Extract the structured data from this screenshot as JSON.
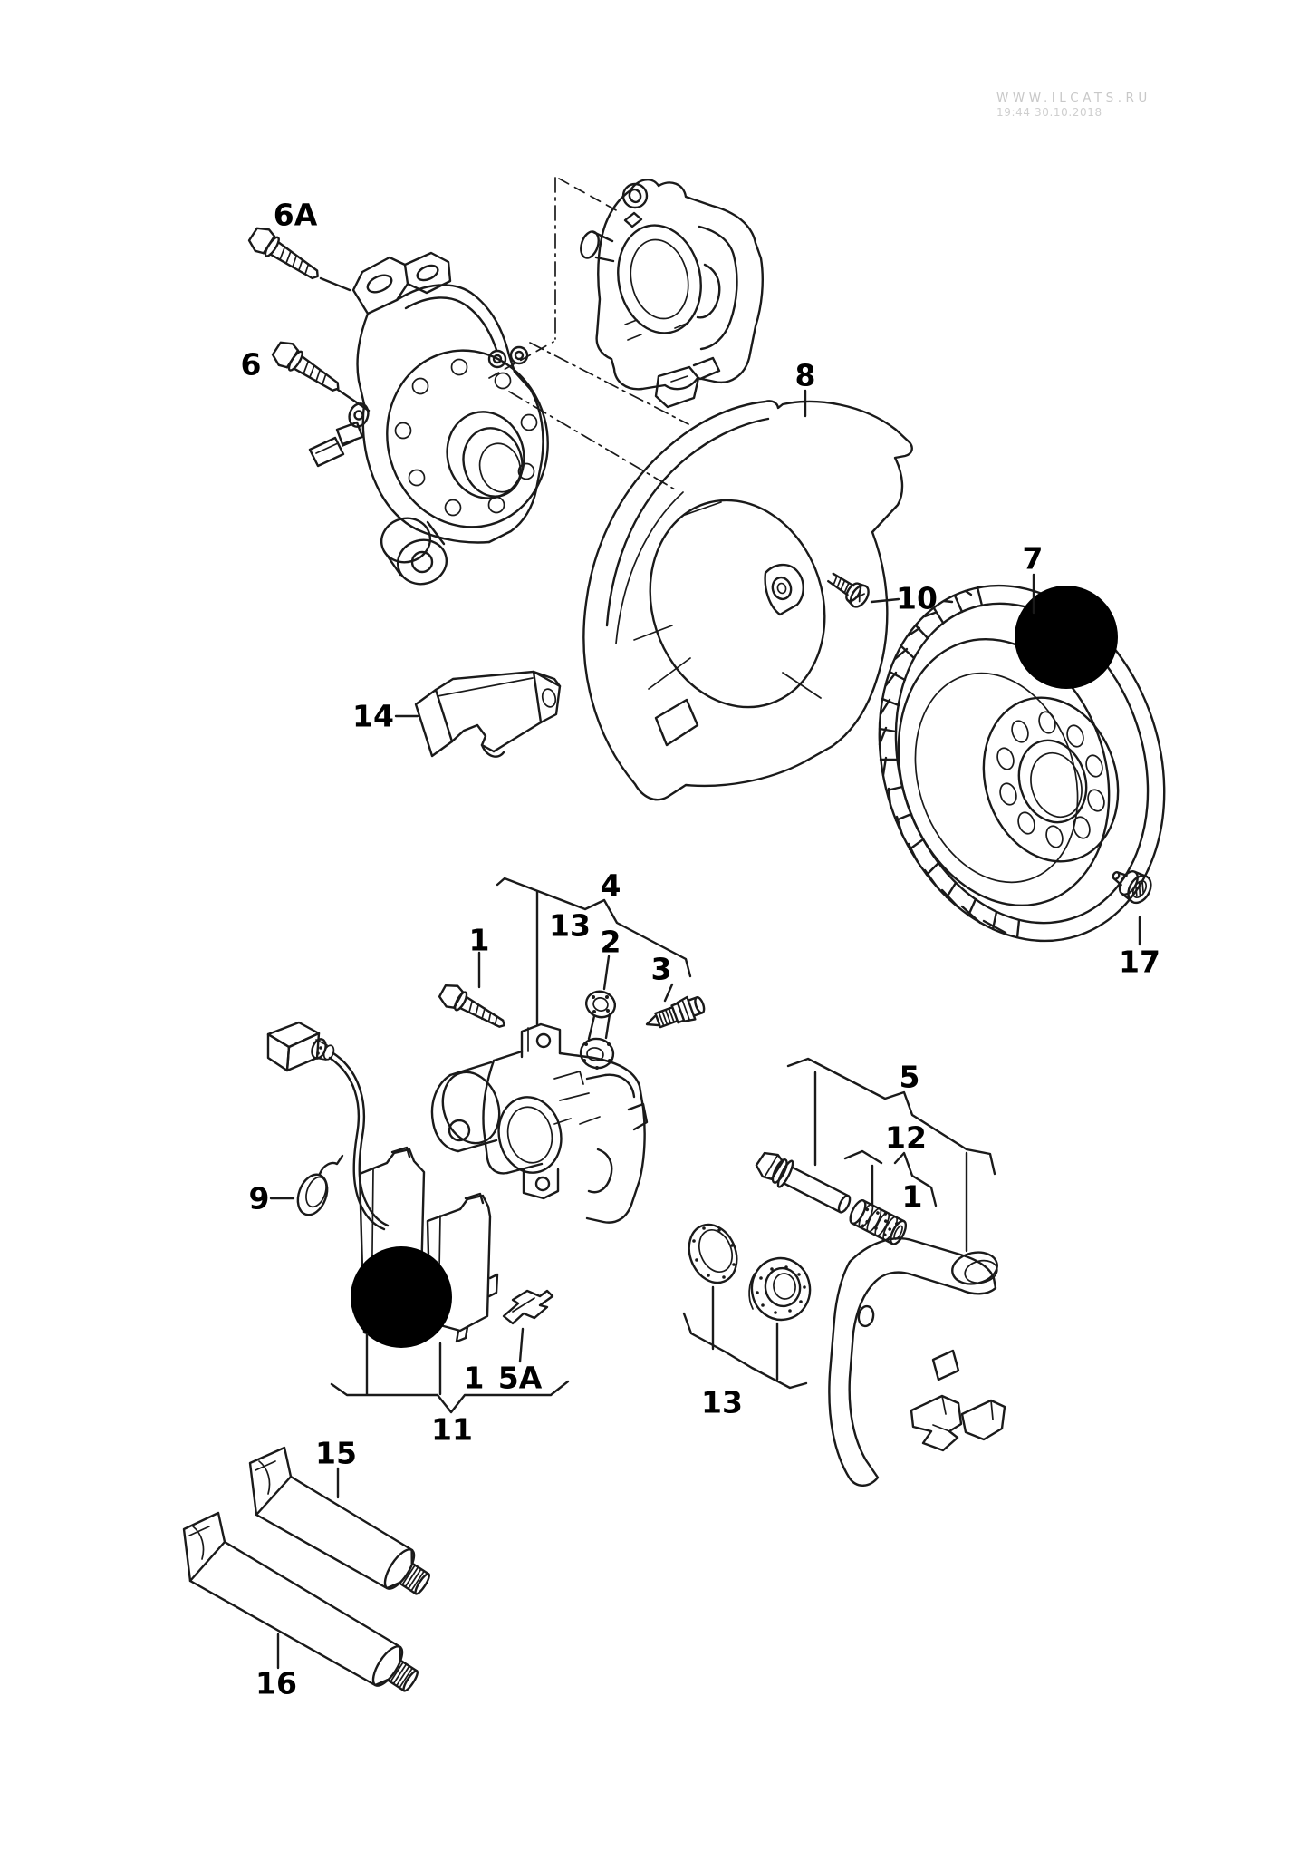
{
  "page": {
    "background": "#ffffff"
  },
  "watermark": {
    "line1": "WWW.ILCATS.RU",
    "line2": "19:44 30.10.2018"
  },
  "colors": {
    "line": "#1a1a1a",
    "label": "#000000",
    "watermark": "#c8c8c8",
    "redaction": "#000000"
  },
  "callouts": [
    {
      "id": "6A",
      "label": "6A"
    },
    {
      "id": "6",
      "label": "6"
    },
    {
      "id": "8",
      "label": "8"
    },
    {
      "id": "10",
      "label": "10"
    },
    {
      "id": "7",
      "label": "7"
    },
    {
      "id": "17",
      "label": "17"
    },
    {
      "id": "14",
      "label": "14"
    },
    {
      "id": "4",
      "label": "4"
    },
    {
      "id": "13-upper",
      "label": "13"
    },
    {
      "id": "1-caliper",
      "label": "1"
    },
    {
      "id": "2",
      "label": "2"
    },
    {
      "id": "3",
      "label": "3"
    },
    {
      "id": "9",
      "label": "9"
    },
    {
      "id": "5",
      "label": "5"
    },
    {
      "id": "12",
      "label": "12"
    },
    {
      "id": "1-guide-pin",
      "label": "1"
    },
    {
      "id": "13-lower",
      "label": "13"
    },
    {
      "id": "1-pads",
      "label": "1"
    },
    {
      "id": "5A",
      "label": "5A"
    },
    {
      "id": "11",
      "label": "11"
    },
    {
      "id": "15",
      "label": "15"
    },
    {
      "id": "16",
      "label": "16"
    }
  ]
}
